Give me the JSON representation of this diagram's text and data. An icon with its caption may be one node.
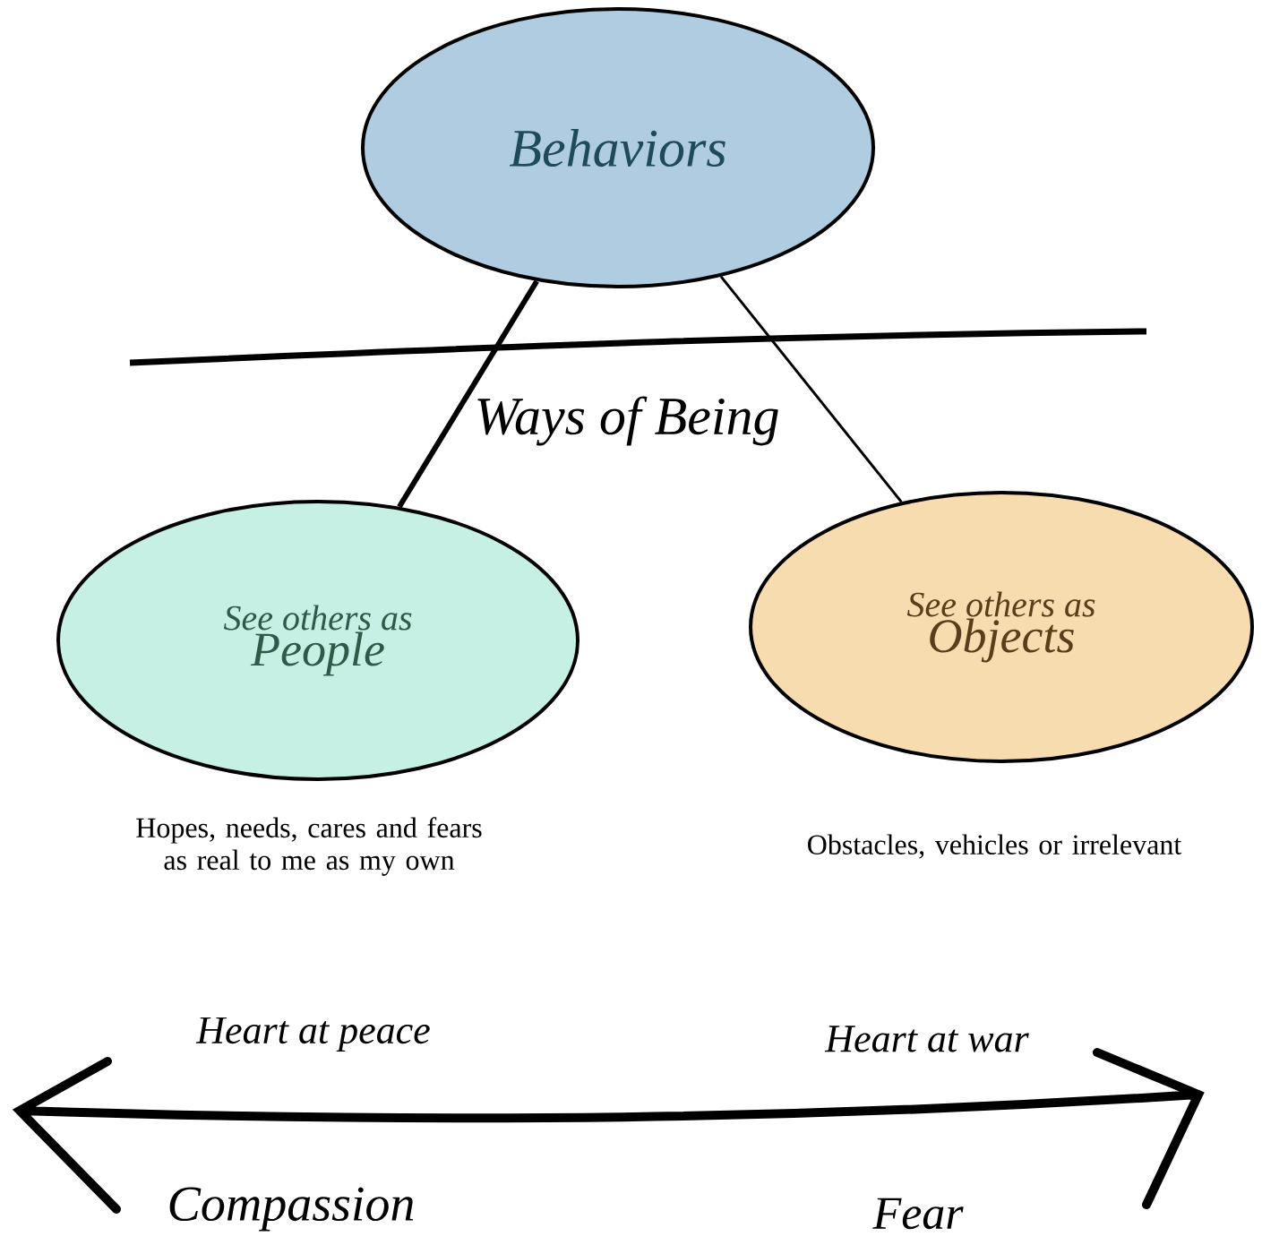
{
  "diagram": {
    "nodes": [
      {
        "text": [
          "Behaviors"
        ]
      },
      {
        "text": [
          "See others as",
          "People"
        ],
        "beside": [
          "Hopes, needs, cares and fears as real to me as my own"
        ]
      },
      {
        "text": [
          "See others as",
          "Objects"
        ],
        "beside": [
          "Obstacles, vehicles or irrelevant"
        ]
      }
    ],
    "edges": [
      {
        "from": 0,
        "to": 1,
        "arrow": "none",
        "style": "thick"
      },
      {
        "from": 0,
        "to": 2,
        "arrow": "none"
      }
    ],
    "labels": [
      "Ways of Being",
      "Heart at peace",
      "Heart at war",
      "Compassion",
      "Fear"
    ]
  }
}
